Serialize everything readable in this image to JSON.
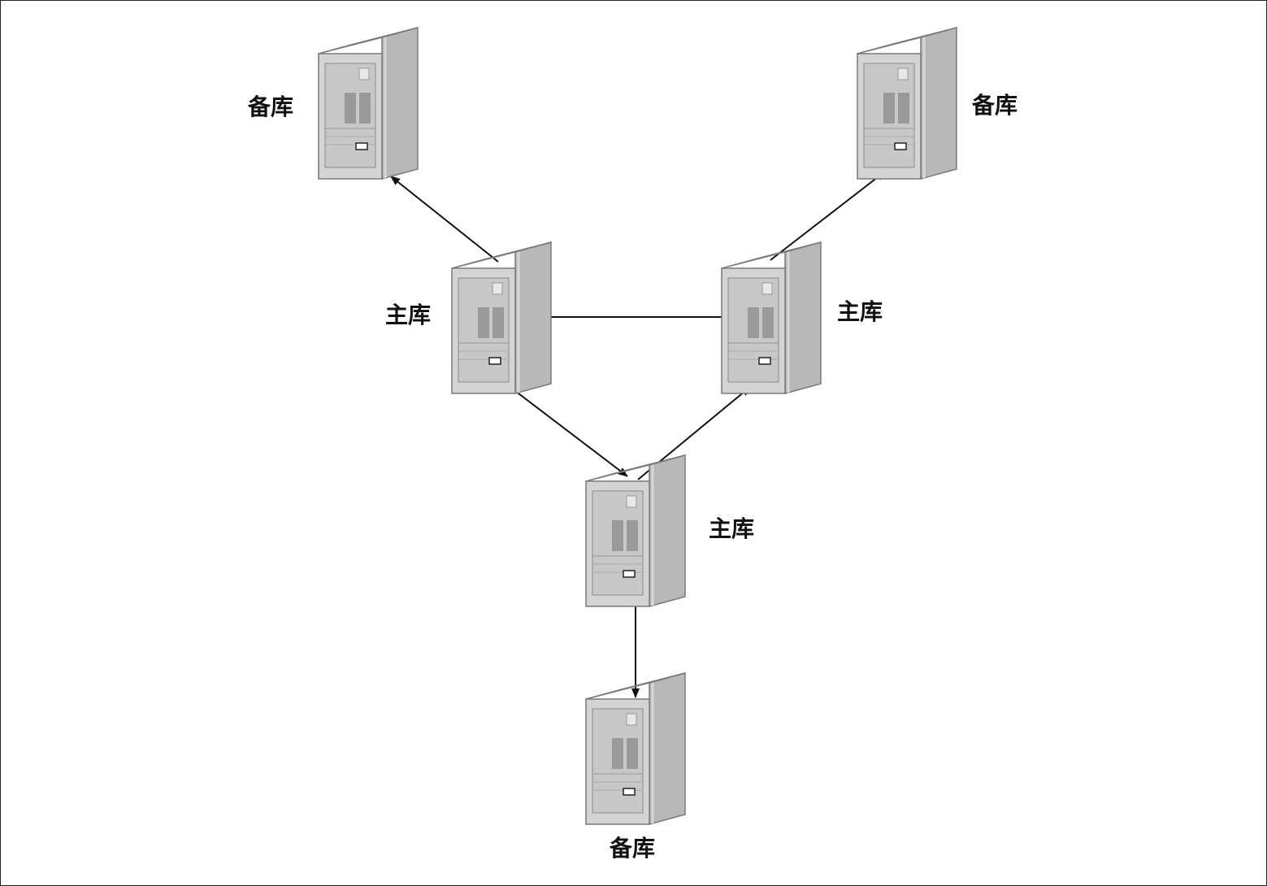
{
  "nodes": {
    "master_left": {
      "label": "主库"
    },
    "master_right": {
      "label": "主库"
    },
    "master_bottom": {
      "label": "主库"
    },
    "replica_top_left": {
      "label": "备库"
    },
    "replica_top_right": {
      "label": "备库"
    },
    "replica_bottom": {
      "label": "备库"
    }
  },
  "colors": {
    "arrow": "#111111",
    "server_front": "#d4d4d4",
    "server_side": "#b8b8b8",
    "server_top": "#e6e6e6",
    "border": "#222222"
  },
  "icons": [
    "server-icon"
  ],
  "edges": [
    {
      "from": "master_left",
      "to": "replica_top_left"
    },
    {
      "from": "master_right",
      "to": "replica_top_right"
    },
    {
      "from": "master_right",
      "to": "master_left"
    },
    {
      "from": "master_left",
      "to": "master_bottom"
    },
    {
      "from": "master_bottom",
      "to": "master_right"
    },
    {
      "from": "master_bottom",
      "to": "replica_bottom"
    }
  ]
}
